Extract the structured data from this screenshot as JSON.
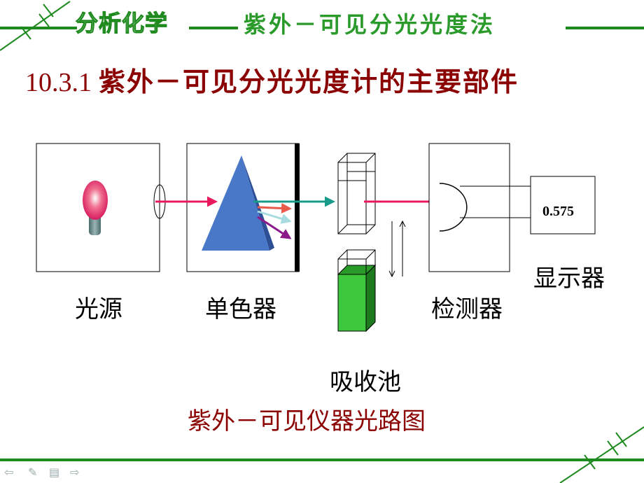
{
  "header": {
    "logo_text": "分析化学",
    "subject": "紫外－可见分光光度法"
  },
  "heading": {
    "number": "10.3.1",
    "title": "紫外－可见分光光度计的主要部件"
  },
  "diagram": {
    "labels": {
      "light_source": "光源",
      "monochromator": "单色器",
      "absorption_cell": "吸收池",
      "detector": "检测器",
      "display": "显示器"
    },
    "display_reading": "0.575",
    "caption": "紫外－可见仪器光路图"
  },
  "colors": {
    "banner_green": "#1e8a1e",
    "heading_red": "#8b0000",
    "beam_pink": "#e8185a",
    "beam_teal": "#1a9a8a",
    "prism_blue": "#4a78c8",
    "cell_green": "#3ec83e"
  },
  "nav_icons": [
    "back-arrow-icon",
    "pen-icon",
    "menu-icon",
    "forward-arrow-icon"
  ]
}
